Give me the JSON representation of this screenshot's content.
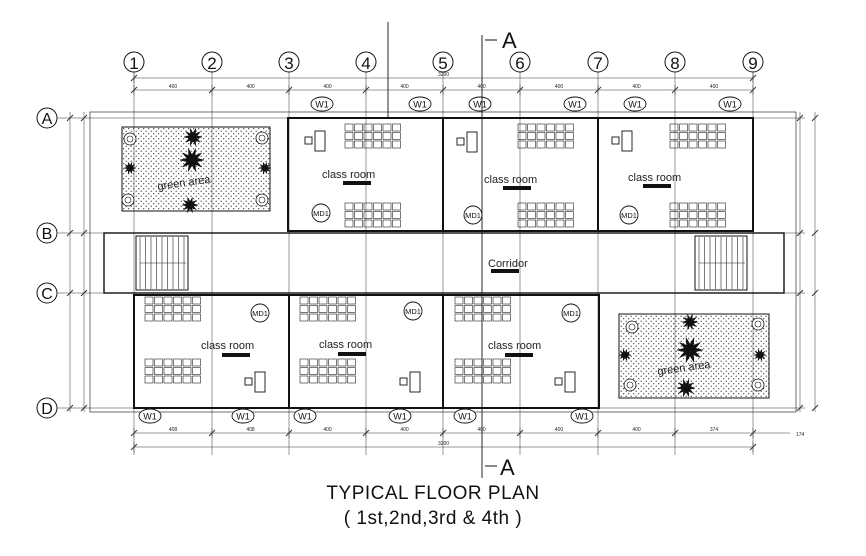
{
  "drawing": {
    "title": "TYPICAL FLOOR PLAN",
    "subtitle": "( 1st,2nd,3rd & 4th )",
    "section_marker": "A",
    "column_grid": [
      "1",
      "2",
      "3",
      "4",
      "5",
      "6",
      "7",
      "8",
      "9"
    ],
    "row_grid": [
      "A",
      "B",
      "C",
      "D"
    ],
    "room_labels": {
      "class_room": "class room",
      "corridor": "Corridor",
      "green_area": "green area"
    },
    "window_tag": "W1",
    "door_tag": "MD1",
    "dims_top": [
      "400",
      "400",
      "400",
      "400",
      "400",
      "400",
      "400",
      "400"
    ],
    "dims_top_total": "3200",
    "dims_bottom": [
      "408",
      "408",
      "400",
      "400",
      "400",
      "400",
      "400",
      "374"
    ],
    "dims_bottom_total": "3200",
    "dims_bottom_end": "174"
  }
}
